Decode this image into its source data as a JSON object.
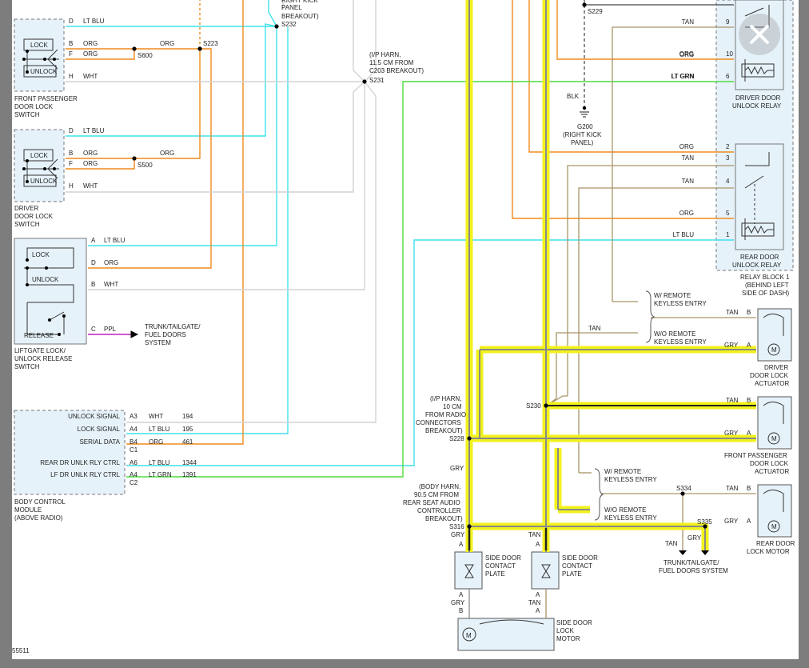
{
  "doc_id": "55511",
  "close_icon": "close-icon",
  "wire_colors": {
    "lt_blu": "#3fe0ee",
    "org": "#f08a1c",
    "wht": "#d4d4d4",
    "lt_grn": "#4fdc3f",
    "ppl": "#c020c0",
    "tan": "#a89468",
    "gry": "#8a8a8a",
    "blk": "#333333",
    "power": "#f2f21c"
  },
  "switches": {
    "front_pass": {
      "name1": "FRONT PASSENGER",
      "name2": "DOOR LOCK",
      "name3": "SWITCH",
      "lock": "LOCK",
      "unlock": "UNLOCK",
      "pins": [
        "D",
        "B",
        "F",
        "H"
      ],
      "wires": [
        "LT BLU",
        "ORG",
        "ORG",
        "WHT"
      ]
    },
    "driver": {
      "name1": "DRIVER",
      "name2": "DOOR LOCK",
      "name3": "SWITCH",
      "lock": "LOCK",
      "unlock": "UNLOCK",
      "pins": [
        "D",
        "B",
        "F",
        "H"
      ],
      "wires": [
        "LT BLU",
        "ORG",
        "ORG",
        "WHT"
      ]
    },
    "liftgate": {
      "name1": "LIFTGATE LOCK/",
      "name2": "UNLOCK RELEASE",
      "name3": "SWITCH",
      "lock": "LOCK",
      "unlock": "UNLOCK",
      "release": "RELEASE",
      "pins": [
        "A",
        "D",
        "B",
        "C"
      ],
      "wires": [
        "LT BLU",
        "ORG",
        "WHT",
        "PPL"
      ],
      "trunk1": "TRUNK/TAILGATE/",
      "trunk2": "FUEL DOORS",
      "trunk3": "SYSTEM"
    }
  },
  "splices": {
    "s600": "S600",
    "s500": "S500",
    "s223": "S223",
    "s232": "S232",
    "s231": "S231",
    "s229": "S229",
    "s230": "S230",
    "s228": "S228",
    "s316": "S316",
    "s334": "S334",
    "s335": "S335"
  },
  "labels": {
    "right_kick1": "RIGHT KICK",
    "right_kick2": "PANEL",
    "right_kick3": "BREAKOUT)",
    "ip1": "(I/P HARN,",
    "ip2": "11.5 CM FROM",
    "ip3": "C203 BREAKOUT)",
    "g200": "G200",
    "g200b": "(RIGHT KICK",
    "g200c": "PANEL)",
    "blk": "BLK",
    "radio1": "(I/P HARN,",
    "radio2": "10 CM",
    "radio3": "FROM RADIO",
    "radio4": "CONNECTORS",
    "radio5": "BREAKOUT)",
    "body1": "(BODY HARN,",
    "body2": "90.5 CM FROM",
    "body3": "REAR SEAT AUDIO",
    "body4": "CONTROLLER",
    "body5": "BREAKOUT)",
    "gry": "GRY",
    "tan": "TAN",
    "org": "ORG",
    "ltgrn": "LT GRN",
    "ltblu": "LT BLU"
  },
  "bcm": {
    "name1": "BODY CONTROL",
    "name2": "MODULE",
    "name3": "(ABOVE RADIO)",
    "rows": [
      {
        "sig": "UNLOCK SIGNAL",
        "pin": "A3",
        "color": "WHT",
        "circ": "194"
      },
      {
        "sig": "LOCK SIGNAL",
        "pin": "A4",
        "color": "LT BLU",
        "circ": "195"
      },
      {
        "sig": "SERIAL DATA",
        "pin": "B4",
        "color": "ORG",
        "circ": "461"
      },
      {
        "sig": "",
        "pin": "C1",
        "color": "",
        "circ": ""
      },
      {
        "sig": "REAR DR UNLK RLY CTRL",
        "pin": "A6",
        "color": "LT BLU",
        "circ": "1344"
      },
      {
        "sig": "LF DR UNLK RLY CTRL",
        "pin": "A4",
        "color": "LT GRN",
        "circ": "1391"
      },
      {
        "sig": "",
        "pin": "C2",
        "color": "",
        "circ": ""
      }
    ]
  },
  "relay_block": {
    "name1": "RELAY BLOCK 1",
    "name2": "(BEHIND LEFT",
    "name3": "SIDE OF DASH)",
    "driver_relay1": "DRIVER DOOR",
    "driver_relay2": "UNLOCK RELAY",
    "rear_relay1": "REAR DOOR",
    "rear_relay2": "UNLOCK RELAY",
    "pins": [
      {
        "n": "9",
        "c": "TAN"
      },
      {
        "n": "10",
        "c": "ORG"
      },
      {
        "n": "6",
        "c": "LT GRN"
      },
      {
        "n": "2",
        "c": "ORG"
      },
      {
        "n": "3",
        "c": "TAN"
      },
      {
        "n": "4",
        "c": "TAN"
      },
      {
        "n": "5",
        "c": "ORG"
      },
      {
        "n": "1",
        "c": "LT BLU"
      }
    ]
  },
  "actuators": {
    "driver": {
      "name1": "DRIVER",
      "name2": "DOOR LOCK",
      "name3": "ACTUATOR"
    },
    "front_pass": {
      "name1": "FRONT PASSENGER",
      "name2": "DOOR LOCK",
      "name3": "ACTUATOR"
    },
    "rear": {
      "name1": "REAR DOOR",
      "name2": "LOCK MOTOR"
    },
    "pin_b": "B",
    "pin_a": "A",
    "motor": "M"
  },
  "keyless": {
    "w1": "W/ REMOTE",
    "w2": "KEYLESS ENTRY",
    "wo1": "W/O REMOTE",
    "wo2": "KEYLESS ENTRY"
  },
  "side_door": {
    "plate1": "SIDE DOOR",
    "plate2": "CONTACT",
    "plate3": "PLATE",
    "motor1": "SIDE DOOR",
    "motor2": "LOCK",
    "motor3": "MOTOR"
  },
  "trunk_bottom": {
    "l1": "TRUNK/TAILGATE/",
    "l2": "FUEL DOORS SYSTEM"
  }
}
